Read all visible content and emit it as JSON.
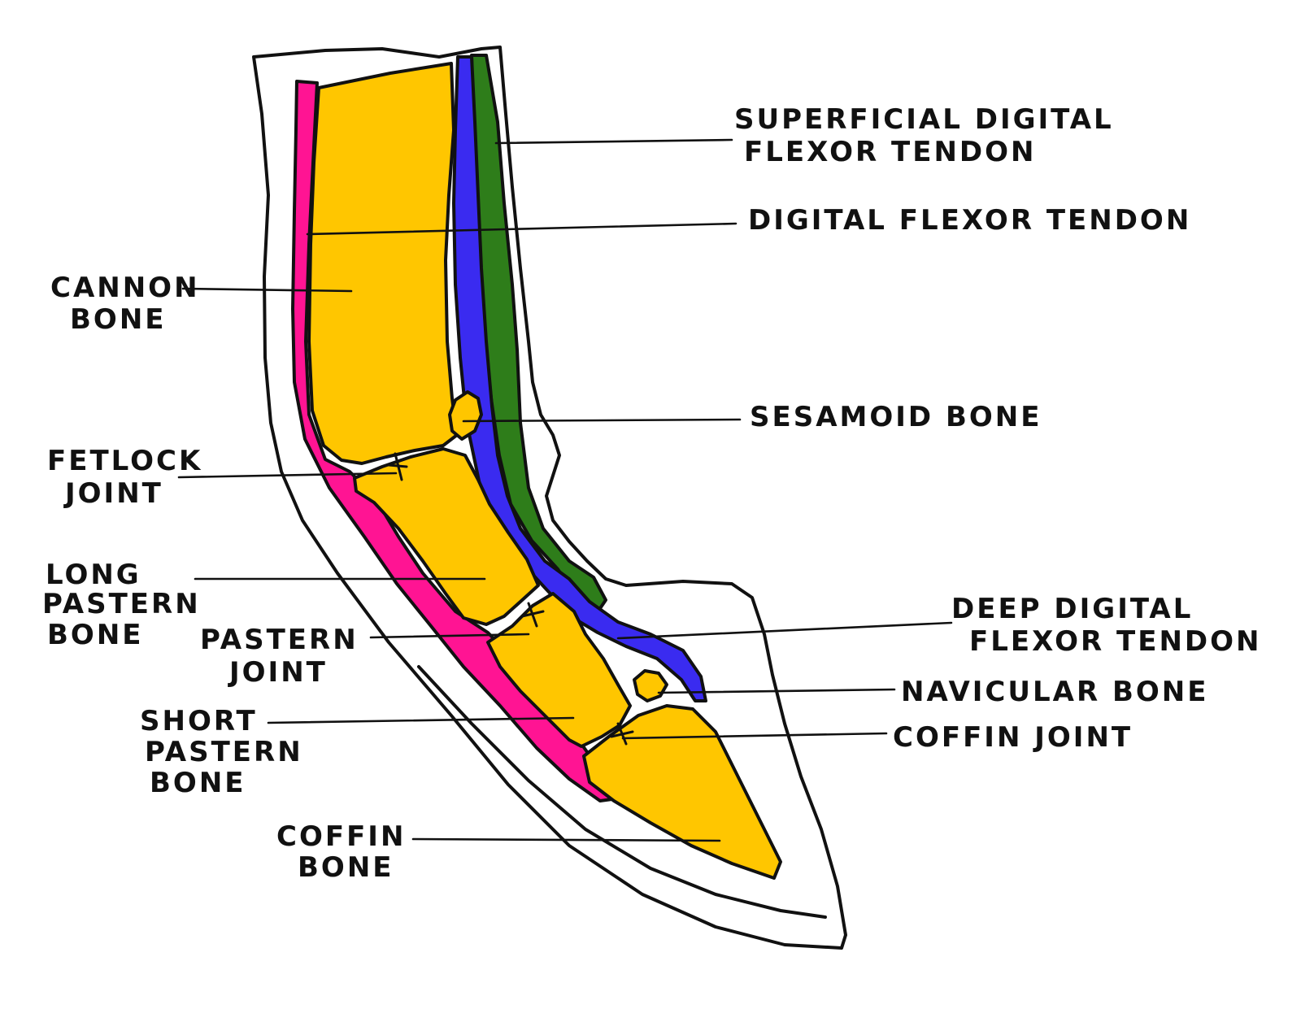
{
  "colors": {
    "bone": "#FFC600",
    "extensor_tendon": "#FF1493",
    "deep_flexor_tendon": "#3A2BF0",
    "superficial_flexor_tendon": "#2E7D1A",
    "ink": "#111111",
    "background": "#FFFFFF"
  },
  "labels": {
    "superficial_digital_flexor_tendon": [
      "SUPERFICIAL DIGITAL",
      "FLEXOR TENDON"
    ],
    "digital_flexor_tendon": [
      "DIGITAL FLEXOR TENDON"
    ],
    "cannon_bone": [
      "CANNON",
      "BONE"
    ],
    "sesamoid_bone": [
      "SESAMOID BONE"
    ],
    "fetlock_joint": [
      "FETLOCK",
      "JOINT"
    ],
    "long_pastern_bone": [
      "LONG",
      "PASTERN",
      "BONE"
    ],
    "pastern_joint": [
      "PASTERN",
      "JOINT"
    ],
    "deep_digital_flexor_tendon": [
      "DEEP DIGITAL",
      "FLEXOR TENDON"
    ],
    "navicular_bone": [
      "NAVICULAR BONE"
    ],
    "coffin_joint": [
      "COFFIN JOINT"
    ],
    "short_pastern_bone": [
      "SHORT",
      "PASTERN",
      "BONE"
    ],
    "coffin_bone": [
      "COFFIN",
      "BONE"
    ]
  }
}
